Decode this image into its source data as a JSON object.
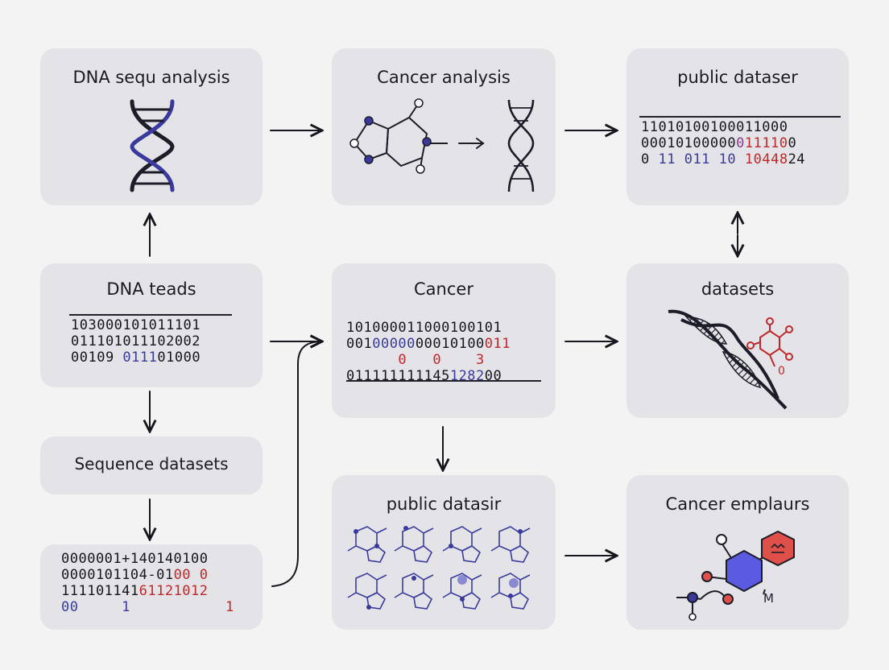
{
  "colors": {
    "background": "#f3f3f4",
    "box": "#e4e4e8",
    "ink": "#16161e",
    "blue": "#3a3a9e",
    "red": "#c0282a",
    "red_hex": "#e0504a"
  },
  "boxes": {
    "dna_seq_analysis": {
      "title": "DNA sequ analysis",
      "icon": "dna-helix-icon"
    },
    "cancer_analysis": {
      "title": "Cancer analysis",
      "icon": "molecule-to-dna-icon"
    },
    "public_dataser": {
      "title": "public dataser",
      "lines": [
        [
          {
            "t": "11010100100011000",
            "c": ""
          }
        ],
        [
          {
            "t": "00010100000",
            "c": ""
          },
          {
            "t": "0",
            "c": "purple"
          },
          {
            "t": "11110",
            "c": "red"
          },
          {
            "t": "0",
            "c": ""
          }
        ],
        [
          {
            "t": "0 ",
            "c": ""
          },
          {
            "t": "11",
            "c": "blue"
          },
          {
            "t": " 011 ",
            "c": "blue"
          },
          {
            "t": "10 ",
            "c": "blue"
          },
          {
            "t": "10448",
            "c": "red"
          },
          {
            "t": "24",
            "c": ""
          }
        ]
      ]
    },
    "dna_teads": {
      "title": "DNA teads",
      "lines": [
        [
          {
            "t": "103000101011101",
            "c": ""
          }
        ],
        [
          {
            "t": "011101011102002",
            "c": ""
          }
        ],
        [
          {
            "t": "00109 ",
            "c": ""
          },
          {
            "t": "0111",
            "c": "blue"
          },
          {
            "t": "01000",
            "c": ""
          }
        ]
      ]
    },
    "cancer": {
      "title": "Cancer",
      "lines": [
        [
          {
            "t": "101000011000100101",
            "c": ""
          }
        ],
        [
          {
            "t": "001",
            "c": ""
          },
          {
            "t": "00000",
            "c": "blue"
          },
          {
            "t": "00010100",
            "c": ""
          },
          {
            "t": "011",
            "c": "red"
          }
        ],
        [
          {
            "t": "      0   0    3",
            "c": "red"
          }
        ],
        [
          {
            "t": "011111111145",
            "c": ""
          },
          {
            "t": "1282",
            "c": "blue"
          },
          {
            "t": "00",
            "c": ""
          }
        ]
      ]
    },
    "datasets": {
      "title": "datasets",
      "icon": "dna-molecule-icon"
    },
    "sequence_datasets": {
      "title": "Sequence datasets"
    },
    "binary_block": {
      "lines": [
        [
          {
            "t": "0000001+140140100",
            "c": ""
          }
        ],
        [
          {
            "t": "0000101104-01",
            "c": ""
          },
          {
            "t": "00 0",
            "c": "red"
          }
        ],
        [
          {
            "t": "111101141",
            "c": ""
          },
          {
            "t": "61121012",
            "c": "red"
          }
        ],
        [
          {
            "t": "00",
            "c": "blue"
          },
          {
            "t": "     1      ",
            "c": "blue"
          },
          {
            "t": "     1",
            "c": "red"
          }
        ]
      ]
    },
    "public_datasir": {
      "title": "public datasir",
      "icon": "molecule-grid-icon"
    },
    "cancer_emplaurs": {
      "title": "Cancer emplaurs",
      "icon": "molecule-network-icon",
      "label": "M"
    }
  }
}
